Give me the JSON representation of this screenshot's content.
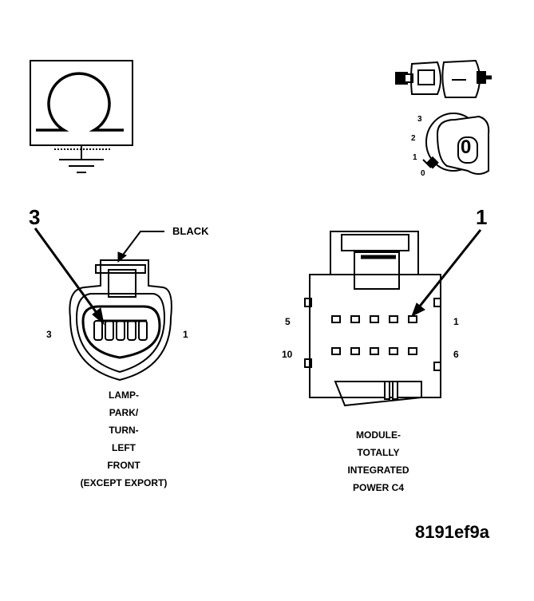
{
  "left_connector": {
    "callout_number": "3",
    "color_label": "BLACK",
    "pin_left": "3",
    "pin_right": "1",
    "caption_lines": [
      "LAMP-",
      "PARK/",
      "TURN-",
      "LEFT",
      "FRONT",
      "(EXCEPT EXPORT)"
    ]
  },
  "right_connector": {
    "callout_number": "1",
    "pin_top_left": "5",
    "pin_top_right": "1",
    "pin_bottom_left": "10",
    "pin_bottom_right": "6",
    "caption_lines": [
      "MODULE-",
      "TOTALLY",
      "INTEGRATED",
      "POWER C4"
    ]
  },
  "ignition_switch": {
    "positions": [
      "3",
      "2",
      "1",
      "0"
    ],
    "key_label": "0"
  },
  "figure_id": "8191ef9a",
  "icons": [
    "ohmmeter-icon",
    "ground-symbol-icon",
    "connector-plug-icon",
    "ignition-key-icon"
  ]
}
